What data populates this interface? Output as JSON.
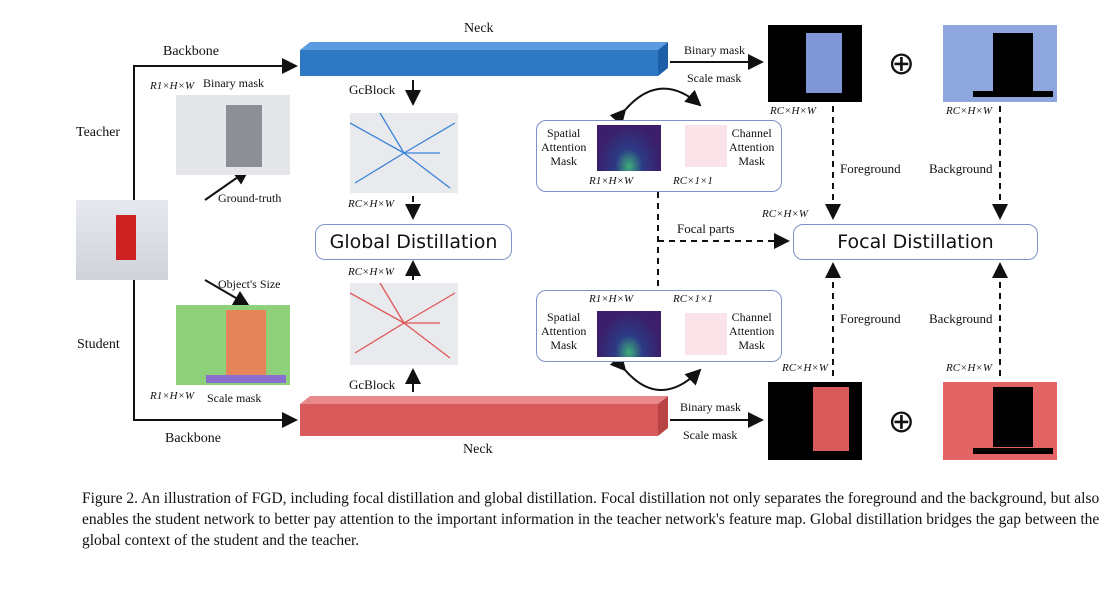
{
  "labels": {
    "backbone": "Backbone",
    "neck": "Neck",
    "teacher": "Teacher",
    "student": "Student",
    "binary_mask": "Binary mask",
    "scale_mask": "Scale mask",
    "ground_truth": "Ground-truth",
    "objects_size": "Object's Size",
    "gcblock": "GcBlock",
    "global_distillation": "Global Distillation",
    "focal_distillation": "Focal Distillation",
    "focal_parts": "Focal parts",
    "foreground": "Foreground",
    "background": "Background",
    "spatial_attention": [
      "Spatial",
      "Attention",
      "Mask"
    ],
    "channel_attention": [
      "Channel",
      "Attention",
      "Mask"
    ],
    "oplus": "⊕"
  },
  "math": {
    "r1hw": "R1×H×W",
    "rchw": "RC×H×W",
    "rc11": "RC×1×1"
  },
  "colors": {
    "teacher": "#2f78c4",
    "student": "#d85a5a",
    "box_border": "#7d93c9"
  },
  "caption": "Figure 2. An illustration of FGD, including focal distillation and global distillation. Focal distillation not only separates the foreground and the background, but also enables the student network to better pay attention to the important information in the teacher network's feature map. Global distillation bridges the gap between the global context of the student and the teacher."
}
